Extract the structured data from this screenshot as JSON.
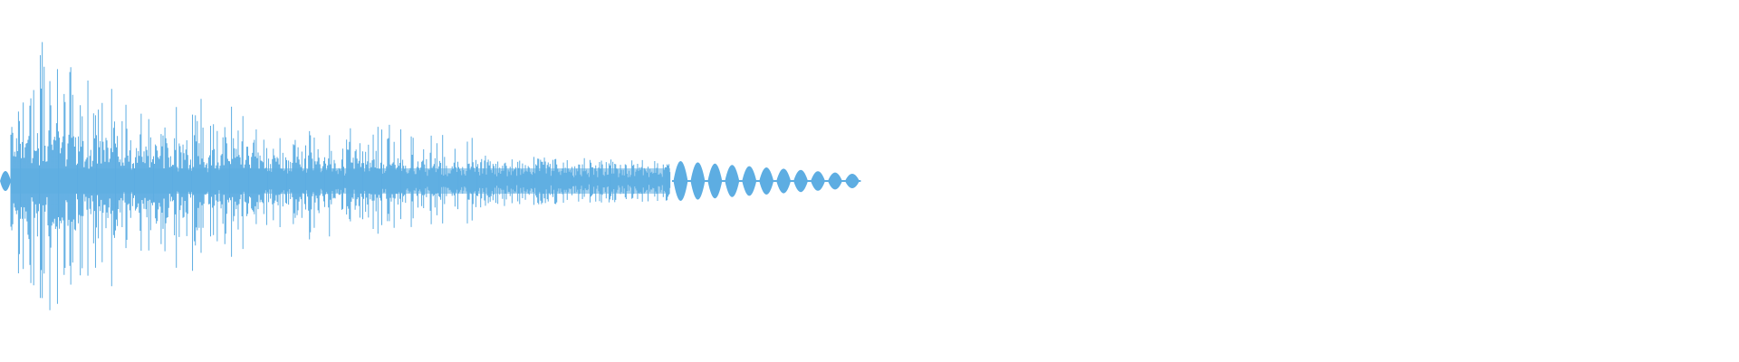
{
  "waveform": {
    "color": "#5dade2",
    "background": "#ffffff",
    "samples_shown": 950,
    "visible_fraction": 0.495,
    "peak_amplitude": 0.76,
    "envelope": "decaying",
    "tail_pattern": "rhythmic-pulses",
    "pulse_count": 11
  }
}
